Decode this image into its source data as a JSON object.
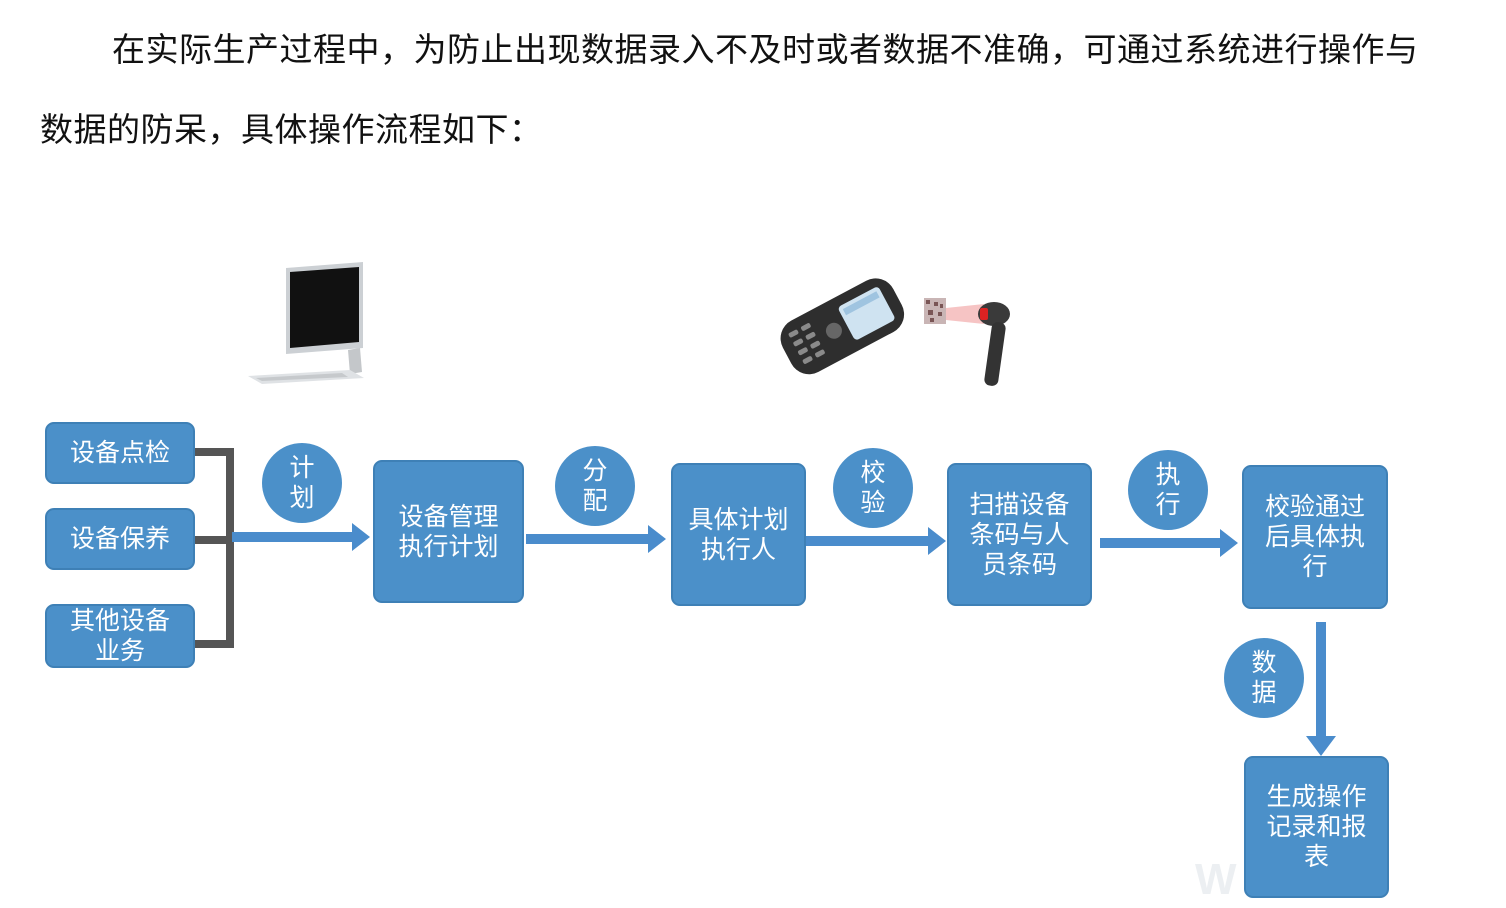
{
  "intro_text": "在实际生产过程中，为防止出现数据录入不及时或者数据不准确，可通过系统进行操作与数据的防呆，具体操作流程如下：",
  "sources": [
    "设备点检",
    "设备保养",
    "其他设备业务"
  ],
  "circles": {
    "plan": "计划",
    "assign": "分配",
    "verify": "校验",
    "execute": "执行",
    "data": "数据"
  },
  "steps": {
    "plan_box": "设备管理执行计划",
    "executor_box": "具体计划执行人",
    "scan_box": "扫描设备条码与人员条码",
    "exec_box": "校验通过后具体执行",
    "record_box": "生成操作记录和报表"
  },
  "colors": {
    "box": "#4b90c9",
    "arrow": "#4a8ccc",
    "bracket": "#555555"
  },
  "icons": {
    "computer": "desktop-computer-icon",
    "handheld": "handheld-terminal-icon",
    "scanner": "barcode-scanner-icon"
  }
}
